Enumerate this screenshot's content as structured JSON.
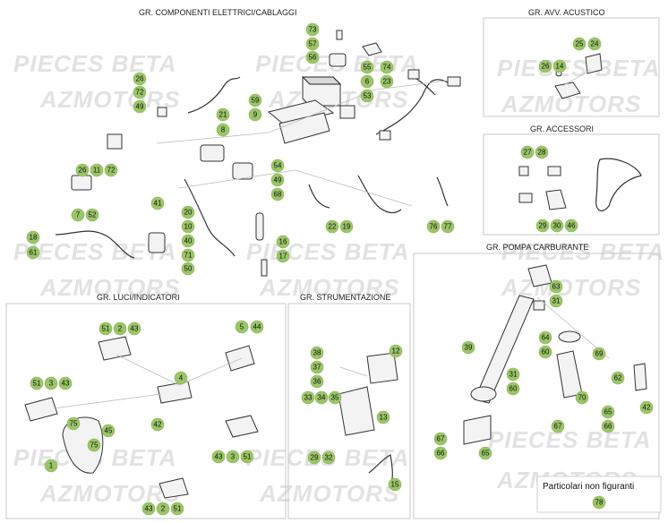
{
  "watermark": {
    "line1": "PIECES BETA",
    "line2": "AZMOTORS"
  },
  "sections": {
    "componenti": "GR. COMPONENTI ELETTRICI/CABLAGGI",
    "acustico": "GR. AVV. ACUSTICO",
    "accessori": "GR. ACCESSORI",
    "pompa": "GR. POMPA CARBURANTE",
    "luci": "GR. LUCI/INDICATORI",
    "strumentazione": "GR. STRUMENTAZIONE"
  },
  "note": {
    "label": "Particolari non figuranti",
    "badge": "78"
  },
  "colors": {
    "badge_fill": "#9bc568",
    "badge_stroke": "#8ab456",
    "frame": "#c8c8c8",
    "watermark": "#e2e2e2"
  },
  "badges": {
    "componenti": [
      "73",
      "57",
      "56",
      "55",
      "74",
      "6",
      "23",
      "53",
      "26",
      "72",
      "49",
      "59",
      "9",
      "21",
      "8",
      "26",
      "11",
      "72",
      "7",
      "52",
      "18",
      "61",
      "54",
      "49",
      "68",
      "41",
      "20",
      "10",
      "40",
      "71",
      "50",
      "16",
      "17",
      "22",
      "19",
      "76",
      "77"
    ],
    "acustico": [
      "25",
      "24",
      "26",
      "14"
    ],
    "accessori": [
      "27",
      "28",
      "29",
      "30",
      "46"
    ],
    "pompa": [
      "63",
      "31",
      "39",
      "64",
      "60",
      "69",
      "31",
      "60",
      "62",
      "70",
      "65",
      "66",
      "67",
      "42",
      "67",
      "66",
      "65"
    ],
    "luci": [
      "5",
      "44",
      "51",
      "2",
      "43",
      "4",
      "51",
      "3",
      "43",
      "75",
      "42",
      "45",
      "75",
      "1",
      "43",
      "3",
      "51",
      "43",
      "2",
      "51"
    ],
    "strumentazione": [
      "38",
      "12",
      "37",
      "36",
      "33",
      "34",
      "35",
      "13",
      "29",
      "32",
      "15"
    ]
  }
}
